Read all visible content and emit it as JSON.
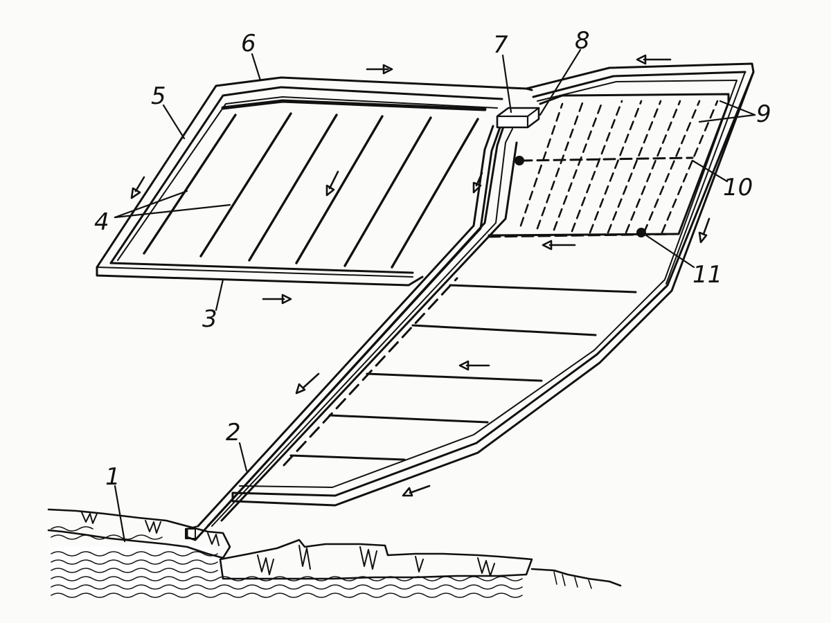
{
  "labels": {
    "l1": "1",
    "l2": "2",
    "l3": "3",
    "l4": "4",
    "l5": "5",
    "l6": "6",
    "l7": "7",
    "l8": "8",
    "l9": "9",
    "l10": "10",
    "l11": "11"
  },
  "colors": {
    "ink": "#111111",
    "paper": "#fbfbf9"
  }
}
